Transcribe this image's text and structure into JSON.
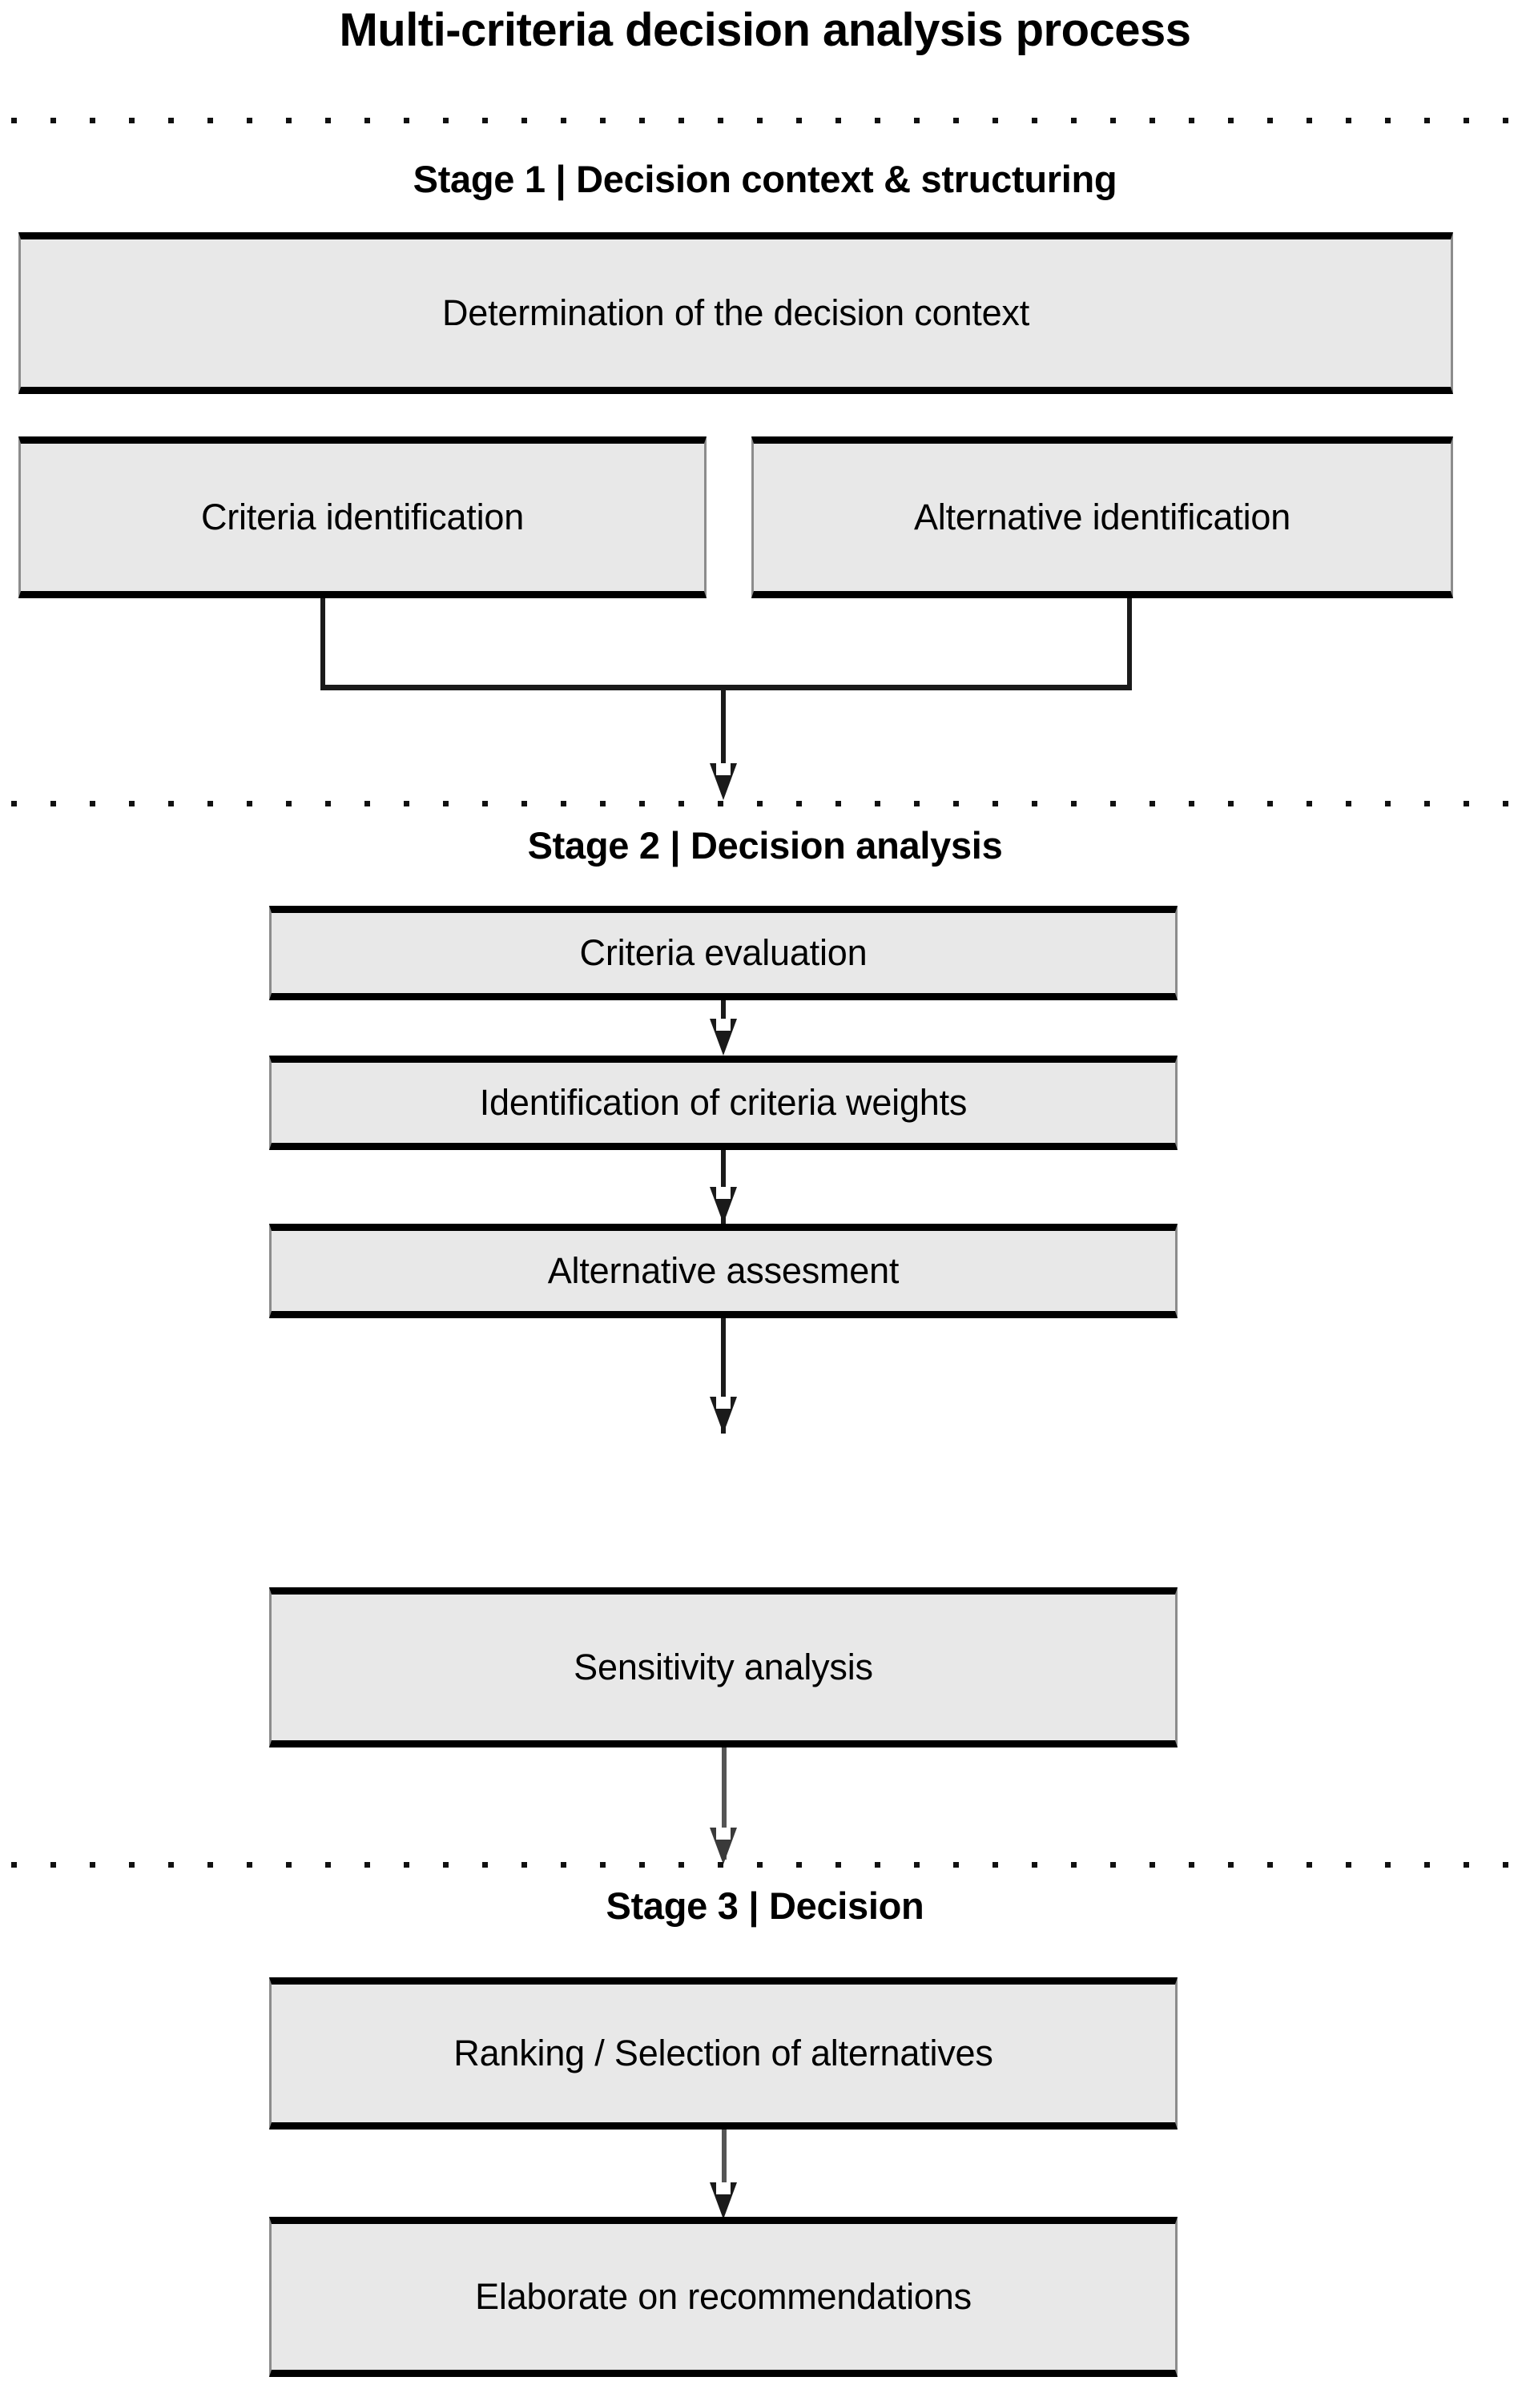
{
  "diagram": {
    "title": "Multi-criteria decision analysis process",
    "colors": {
      "box_fill": "#e8e8e8",
      "box_border": "#000000",
      "box_side_border": "#8c8c8c",
      "line": "#1a1a1a",
      "background": "#ffffff",
      "text": "#000000"
    },
    "stages": [
      {
        "id": "stage-1",
        "label": "Stage 1 | Decision context & structuring",
        "nodes": [
          {
            "id": "determination-of-the-decision-context",
            "label": "Determination of the decision context"
          },
          {
            "id": "criteria-identification",
            "label": "Criteria identification"
          },
          {
            "id": "alternative-identification",
            "label": "Alternative identification"
          }
        ]
      },
      {
        "id": "stage-2",
        "label": "Stage 2 | Decision analysis",
        "nodes": [
          {
            "id": "criteria-evaluation",
            "label": "Criteria evaluation"
          },
          {
            "id": "identification-of-criteria-weights",
            "label": "Identification of criteria weights"
          },
          {
            "id": "alternative-assesment",
            "label": "Alternative assesment"
          },
          {
            "id": "sensitivity-analysis",
            "label": "Sensitivity analysis"
          }
        ]
      },
      {
        "id": "stage-3",
        "label": "Stage 3 | Decision",
        "nodes": [
          {
            "id": "ranking-selection-of-alternatives",
            "label": "Ranking / Selection  of alternatives"
          },
          {
            "id": "elaborate-on-recommendations",
            "label": "Elaborate on recommendations"
          }
        ]
      }
    ],
    "separators": [
      {
        "id": "separator-above-stage-1",
        "style": "dotted"
      },
      {
        "id": "separator-above-stage-2",
        "style": "dotted"
      },
      {
        "id": "separator-above-stage-3",
        "style": "dotted"
      }
    ],
    "connectors": [
      {
        "id": "criteria-and-alternative-merge-to-stage-2",
        "from": [
          "criteria-identification",
          "alternative-identification"
        ],
        "to": "stage-2",
        "type": "merge-arrow"
      },
      {
        "id": "criteria-evaluation-to-weights",
        "from": "criteria-evaluation",
        "to": "identification-of-criteria-weights",
        "type": "arrow"
      },
      {
        "id": "weights-to-alternative-assesment",
        "from": "identification-of-criteria-weights",
        "to": "alternative-assesment",
        "type": "arrow"
      },
      {
        "id": "alternative-assesment-to-sensitivity-analysis",
        "from": "alternative-assesment",
        "to": "sensitivity-analysis",
        "type": "arrow"
      },
      {
        "id": "sensitivity-analysis-to-stage-3",
        "from": "sensitivity-analysis",
        "to": "stage-3",
        "type": "arrow"
      },
      {
        "id": "ranking-to-elaborate",
        "from": "ranking-selection-of-alternatives",
        "to": "elaborate-on-recommendations",
        "type": "arrow"
      }
    ]
  }
}
